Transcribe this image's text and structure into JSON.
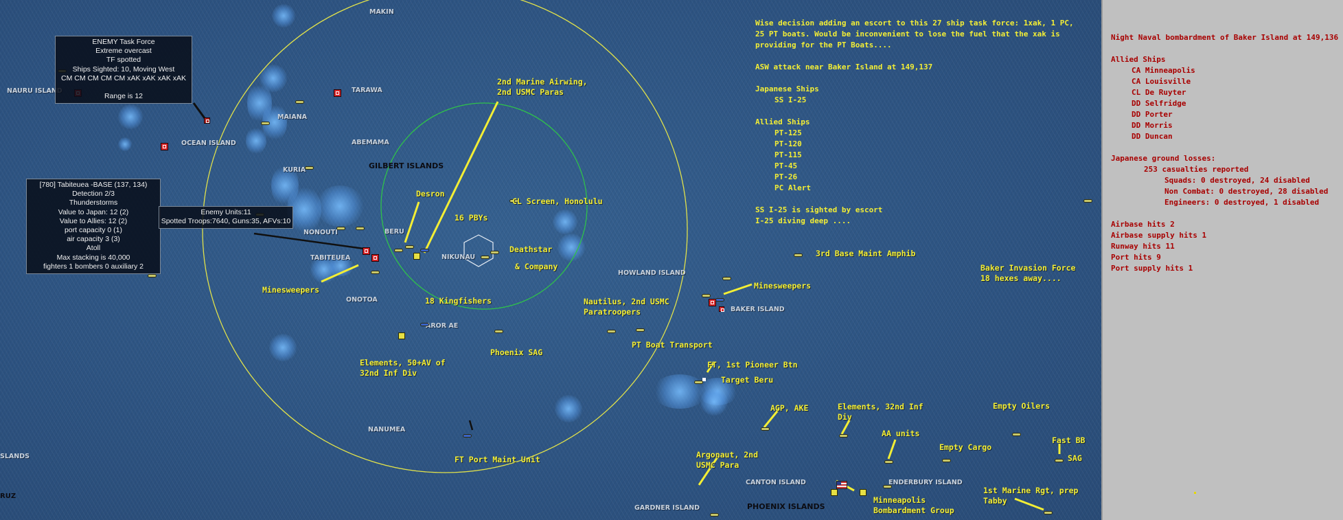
{
  "colors": {
    "annotation": "#f3ee35",
    "sidebar_text": "#a80000",
    "yellow_ring": "#e2e24a",
    "green_ring": "#2fc24a",
    "ocean": "#2f5683",
    "sidebar_bg": "#c0c0c0"
  },
  "map": {
    "places": [
      "MAKIN",
      "TARAWA",
      "MAIANA",
      "ABEMAMA",
      "KURIA",
      "NONOUTI",
      "TABITEUEA",
      "ONOTOA",
      "BERU",
      "NIKUNAU",
      "AROR AE",
      "NAURU ISLAND",
      "OCEAN ISLAND",
      "HOWLAND ISLAND",
      "BAKER ISLAND",
      "NANUMEA",
      "CANTON ISLAND",
      "ENDERBURY ISLAND",
      "GARDNER ISLAND",
      "SLANDS",
      "RUZ"
    ],
    "regions": [
      "GILBERT ISLANDS",
      "PHOENIX ISLANDS"
    ]
  },
  "task_force_box": {
    "lines": [
      "ENEMY Task Force",
      "Extreme overcast",
      "TF spotted",
      "Ships Sighted: 10, Moving West",
      "CM CM CM CM CM xAK xAK xAK xAK",
      "",
      "Range is 12"
    ]
  },
  "base_box": {
    "lines": [
      "[780] Tabiteuea  -BASE  (137, 134)",
      "Detection 2/3",
      "Thunderstorms",
      "Value to Japan:  12 (2)",
      "Value to Allies:  12 (2)",
      "port capacity 0 (1)",
      "air capacity 3 (3)",
      "Atoll",
      "Max stacking is 40,000",
      "fighters 1   bombers 0   auxiliary 2"
    ]
  },
  "enemy_box": {
    "lines": [
      "Enemy Units:11",
      "Spotted Troops:7640, Guns:35, AFVs:10"
    ]
  },
  "annotations": {
    "airwing": [
      "2nd Marine Airwing,",
      "2nd USMC Paras"
    ],
    "desron": "Desron",
    "pbys": "16 PBYs",
    "cl_screen": "CL Screen, Honolulu",
    "deathstar": "Deathstar",
    "company": "& Company",
    "kingfishers": "18 Kingfishers",
    "minesweepers_w": "Minesweepers",
    "minesweepers_e": "Minesweepers",
    "elements50": [
      "Elements, 50+AV of",
      "32nd Inf Div"
    ],
    "phoenix_sag": "Phoenix SAG",
    "nautilus": [
      "Nautilus, 2nd USMC",
      "Paratroopers"
    ],
    "pt_transport": "PT Boat Transport",
    "third_base": "3rd Base Maint Amphib",
    "ft_pioneer": "FT, 1st Pioneer Btn",
    "target_beru": "Target Beru",
    "agp": "AGP, AKE",
    "elements32": [
      "Elements, 32nd Inf",
      "Div"
    ],
    "aa_units": "AA units",
    "empty_cargo": "Empty Cargo",
    "empty_oilers": "Empty Oilers",
    "fast_bb": "Fast BB",
    "sag": "SAG",
    "argonaut": [
      "Argonaut, 2nd",
      "USMC Para"
    ],
    "minneapolis_group": [
      "Minneapolis",
      "Bombardment Group"
    ],
    "marine_rgt": [
      "1st Marine Rgt, prep",
      "Tabby"
    ],
    "ft_port": "FT Port Maint Unit",
    "baker_invasion": [
      "Baker Invasion Force",
      "18 hexes away...."
    ]
  },
  "narrative": {
    "p1": [
      "Wise decision adding an escort to this 27 ship task force:  1xak, 1 PC,",
      "25 PT boats.  Would be inconvenient to lose the fuel that the xak is",
      "providing for the PT Boats...."
    ],
    "asw": "ASW attack near Baker Island  at 149,137",
    "jp_head": "Japanese Ships",
    "jp_ships": [
      "SS I-25"
    ],
    "al_head": "Allied Ships",
    "al_ships": [
      "PT-125",
      "PT-120",
      "PT-115",
      "PT-45",
      "PT-26",
      "PC Alert"
    ],
    "p2": [
      "SS I-25 is sighted by escort",
      "I-25 diving deep ...."
    ]
  },
  "sidebar": {
    "title": "Night Naval bombardment of Baker Island at 149,136",
    "allied_head": "Allied Ships",
    "allied": [
      "CA Minneapolis",
      "CA Louisville",
      "CL De Ruyter",
      "DD Selfridge",
      "DD Porter",
      "DD Morris",
      "DD Duncan"
    ],
    "ground_head": "Japanese ground losses:",
    "casualties": "253 casualties reported",
    "losses": [
      "Squads: 0 destroyed, 24 disabled",
      "Non Combat: 0 destroyed, 28 disabled",
      "Engineers: 0 destroyed, 1 disabled"
    ],
    "hits": [
      "Airbase hits 2",
      "Airbase supply hits 1",
      "Runway hits 11",
      "Port hits 9",
      "Port supply hits 1"
    ]
  }
}
